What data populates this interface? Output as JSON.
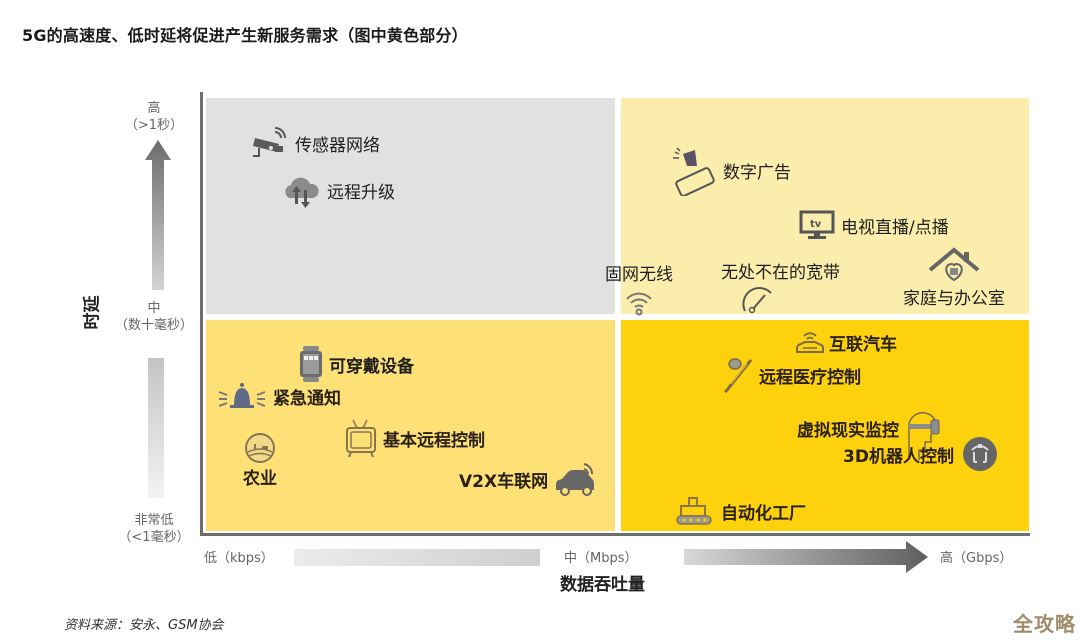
{
  "title": "5G的高速度、低时延将促进产生新服务需求（图中黄色部分）",
  "y_axis": {
    "label": "时延",
    "ticks": {
      "high": "高",
      "high_sub": "（>1秒）",
      "mid": "中",
      "mid_sub": "（数十毫秒）",
      "low": "非常低",
      "low_sub": "（<1毫秒）"
    }
  },
  "x_axis": {
    "label": "数据吞吐量",
    "ticks": {
      "low": "低（kbps）",
      "mid": "中（Mbps）",
      "high": "高（Gbps）"
    }
  },
  "colors": {
    "quadrant_high_latency_low_throughput": "#e1e1e1",
    "quadrant_high_latency_high_throughput": "#fbeead",
    "quadrant_low_latency_low_throughput": "#fde177",
    "quadrant_low_latency_high_throughput": "#fdd20d",
    "axis": "#6e6e6e"
  },
  "quadrants": {
    "top_left": {
      "items": [
        {
          "label": "传感器网络",
          "icon": "security-camera-icon"
        },
        {
          "label": "远程升级",
          "icon": "cloud-sync-icon"
        }
      ]
    },
    "top_right": {
      "items": [
        {
          "label": "数字广告",
          "icon": "phone-megaphone-icon"
        },
        {
          "label": "电视直播/点播",
          "icon": "tv-monitor-icon"
        },
        {
          "label": "固网无线",
          "icon": "wifi-icon"
        },
        {
          "label": "无处不在的宽带",
          "icon": "speedometer-icon"
        },
        {
          "label": "家庭与办公室",
          "icon": "home-icon"
        }
      ]
    },
    "bottom_left": {
      "items": [
        {
          "label": "可穿戴设备",
          "icon": "smartwatch-icon"
        },
        {
          "label": "紧急通知",
          "icon": "alarm-bell-icon"
        },
        {
          "label": "基本远程控制",
          "icon": "retro-tv-icon"
        },
        {
          "label": "农业",
          "icon": "farm-icon"
        },
        {
          "label": "V2X车联网",
          "icon": "connected-car-icon"
        }
      ]
    },
    "bottom_right": {
      "items": [
        {
          "label": "互联汽车",
          "icon": "car-signal-icon"
        },
        {
          "label": "远程医疗控制",
          "icon": "medical-probe-icon"
        },
        {
          "label": "虚拟现实监控",
          "icon": "vr-headset-icon"
        },
        {
          "label": "3D机器人控制",
          "icon": "robot-arm-icon"
        },
        {
          "label": "自动化工厂",
          "icon": "factory-robot-icon"
        }
      ]
    }
  },
  "source": "资料来源：安永、GSM协会",
  "watermark": "全攻略"
}
